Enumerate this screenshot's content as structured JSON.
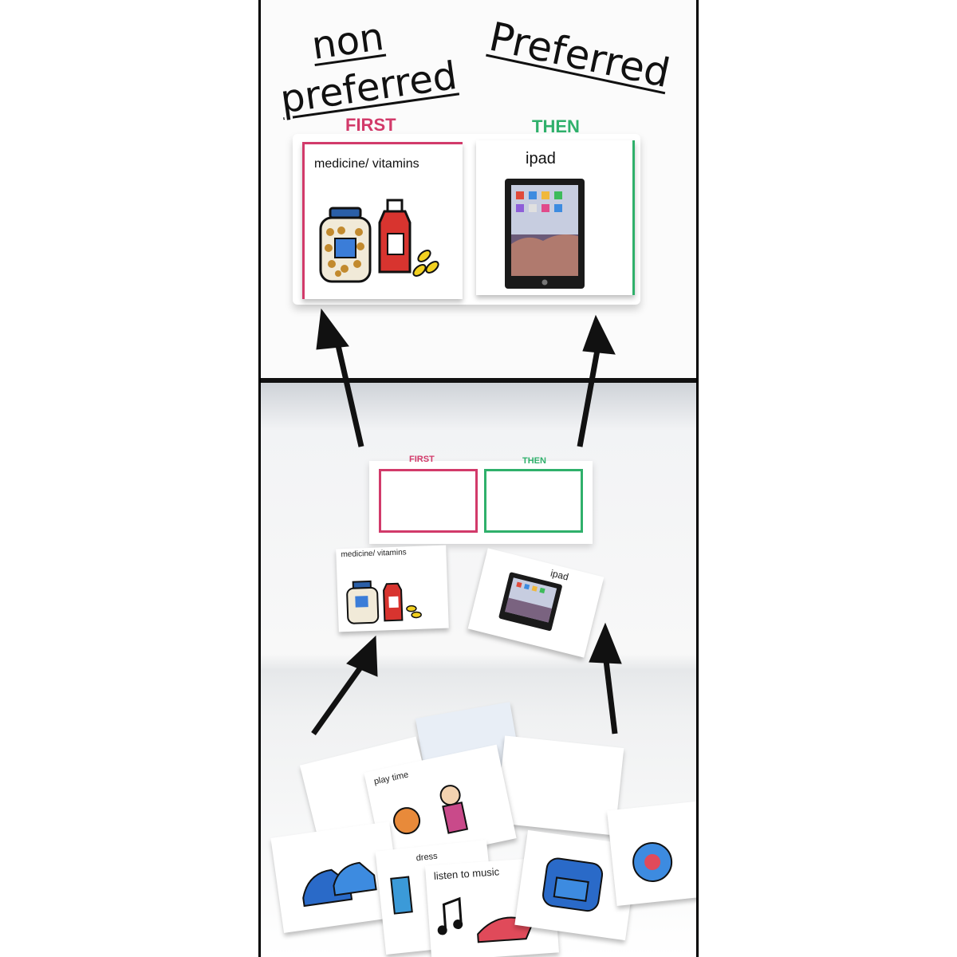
{
  "labels": {
    "non_preferred_line1": "non",
    "non_preferred_line2": "preferred",
    "preferred": "Preferred"
  },
  "board_top": {
    "first": "FIRST",
    "then": "THEN"
  },
  "cards_top": {
    "left_label": "medicine/ vitamins",
    "right_label": "ipad"
  },
  "board_bottom": {
    "first": "FIRST",
    "then": "THEN"
  },
  "cards_bottom": {
    "left_label": "medicine/ vitamins",
    "right_label": "ipad"
  },
  "pile_cards": {
    "label_1": "play time",
    "label_2": "listen to music",
    "label_3": "dress"
  },
  "colors": {
    "first_red": "#d23a6a",
    "then_green": "#2fb06b",
    "arrow": "#111111"
  }
}
